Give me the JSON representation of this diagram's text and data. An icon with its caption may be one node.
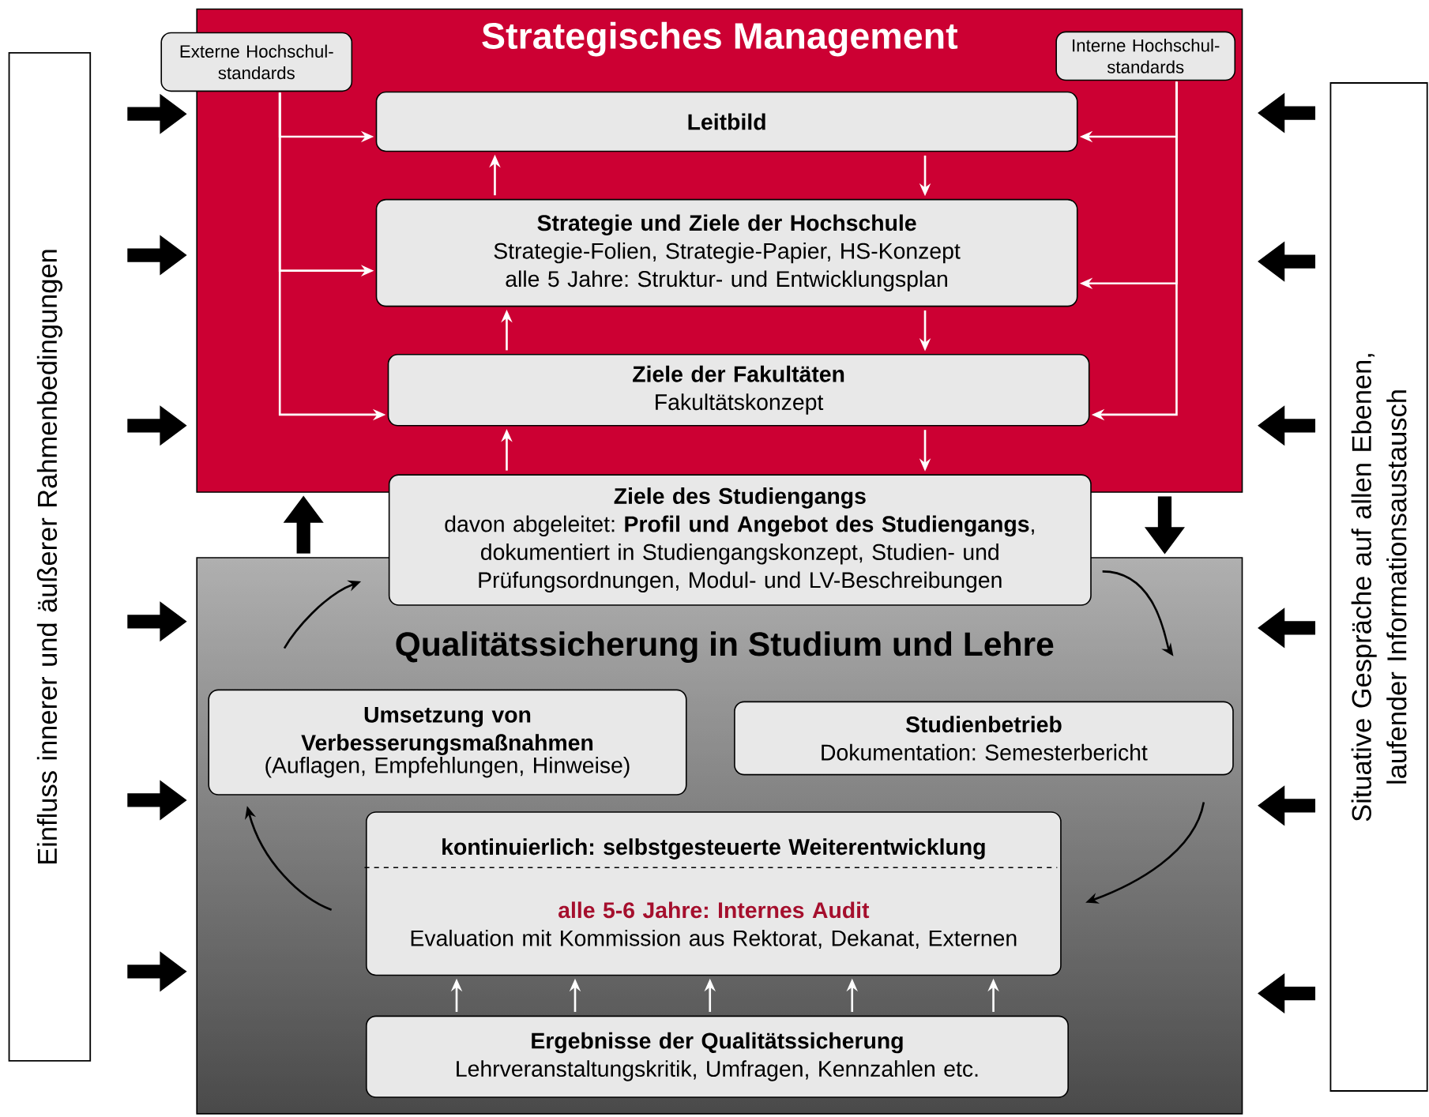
{
  "diagram": {
    "nodes": [
      {
        "text": [
          "Strategisches Management"
        ]
      },
      {
        "text": [
          "Externe Hochschul- standards"
        ],
        "in": 0
      },
      {
        "text": [
          "Interne Hochschul- standards"
        ],
        "in": 0
      },
      {
        "text": [
          "Leitbild"
        ],
        "in": 0
      },
      {
        "text": [
          "Strategie und Ziele der Hochschule",
          "Strategie-Folien, Strategie-Papier, HS-Konzept",
          "alle 5 Jahre: Struktur- und Entwicklungsplan"
        ],
        "in": 0
      },
      {
        "text": [
          "Ziele der Fakultäten",
          "Fakultätskonzept"
        ],
        "in": 0
      },
      {
        "text": [
          "Ziele des Studiengangs",
          "davon abgeleitet: **Profil und Angebot des Studiengangs**, dokumentiert in Studiengangskonzept, Studien- und Prüfungsordnungen, Modul- und LV-Beschreibungen"
        ]
      },
      {
        "text": [
          "Qualitätssicherung in Studium und Lehre"
        ]
      },
      {
        "text": [
          "Umsetzung von Verbesserungsmaßnahmen",
          "(Auflagen, Empfehlungen, Hinweise)"
        ],
        "in": 7
      },
      {
        "text": [
          "Studienbetrieb",
          "Dokumentation: Semesterbericht"
        ],
        "in": 7
      },
      {
        "text": [
          "kontinuierlich: selbstgesteuerte Weiterentwicklung",
          "alle 5-6 Jahre: Internes Audit",
          "Evaluation mit Kommission aus Rektorat, Dekanat, Externen"
        ],
        "in": 7
      },
      {
        "text": [
          "Ergebnisse der Qualitätssicherung",
          "Lehrveranstaltungskritik, Umfragen, Kennzahlen etc."
        ],
        "in": 7
      },
      {
        "text": [
          "Einfluss innerer und äußerer Rahmenbedingungen"
        ]
      },
      {
        "text": [
          "Situative Gespräche auf allen Ebenen, laufender Informationsaustausch"
        ]
      }
    ],
    "edges": [
      {
        "from": 1,
        "to": 3,
        "arrow": "to",
        "color": "#ffffff"
      },
      {
        "from": 1,
        "to": 4,
        "arrow": "to",
        "color": "#ffffff"
      },
      {
        "from": 1,
        "to": 5,
        "arrow": "to",
        "color": "#ffffff"
      },
      {
        "from": 2,
        "to": 3,
        "arrow": "to",
        "color": "#ffffff"
      },
      {
        "from": 2,
        "to": 4,
        "arrow": "to",
        "color": "#ffffff"
      },
      {
        "from": 2,
        "to": 5,
        "arrow": "to",
        "color": "#ffffff"
      },
      {
        "from": 4,
        "to": 3,
        "arrow": "to",
        "color": "#ffffff"
      },
      {
        "from": 5,
        "to": 4,
        "arrow": "to",
        "color": "#ffffff"
      },
      {
        "from": 6,
        "to": 5,
        "arrow": "to",
        "color": "#ffffff"
      },
      {
        "from": 3,
        "to": 4,
        "arrow": "to",
        "color": "#ffffff"
      },
      {
        "from": 4,
        "to": 5,
        "arrow": "to",
        "color": "#ffffff"
      },
      {
        "from": 5,
        "to": 6,
        "arrow": "to",
        "color": "#ffffff"
      },
      {
        "from": 6,
        "to": 9,
        "arrow": "to"
      },
      {
        "from": 9,
        "to": 10,
        "arrow": "to"
      },
      {
        "from": 10,
        "to": 8,
        "arrow": "to"
      },
      {
        "from": 8,
        "to": 6,
        "arrow": "to"
      },
      {
        "from": 11,
        "to": 10,
        "arrow": "to",
        "color": "#ffffff"
      },
      {
        "from": 11,
        "to": 10,
        "arrow": "to",
        "color": "#ffffff"
      },
      {
        "from": 11,
        "to": 10,
        "arrow": "to",
        "color": "#ffffff"
      },
      {
        "from": 11,
        "to": 10,
        "arrow": "to",
        "color": "#ffffff"
      },
      {
        "from": 11,
        "to": 10,
        "arrow": "to",
        "color": "#ffffff"
      },
      {
        "from": 7,
        "to": 0,
        "arrow": "to",
        "style": "thick"
      },
      {
        "from": 0,
        "to": 7,
        "arrow": "to",
        "style": "thick"
      },
      {
        "from": 12,
        "to": 0,
        "arrow": "to",
        "style": "thick"
      },
      {
        "from": 12,
        "to": 0,
        "arrow": "to",
        "style": "thick"
      },
      {
        "from": 12,
        "to": 0,
        "arrow": "to",
        "style": "thick"
      },
      {
        "from": 12,
        "to": 7,
        "arrow": "to",
        "style": "thick"
      },
      {
        "from": 12,
        "to": 7,
        "arrow": "to",
        "style": "thick"
      },
      {
        "from": 12,
        "to": 7,
        "arrow": "to",
        "style": "thick"
      },
      {
        "from": 13,
        "to": 0,
        "arrow": "to",
        "style": "thick"
      },
      {
        "from": 13,
        "to": 0,
        "arrow": "to",
        "style": "thick"
      },
      {
        "from": 13,
        "to": 0,
        "arrow": "to",
        "style": "thick"
      },
      {
        "from": 13,
        "to": 7,
        "arrow": "to",
        "style": "thick"
      },
      {
        "from": 13,
        "to": 7,
        "arrow": "to",
        "style": "thick"
      },
      {
        "from": 13,
        "to": 7,
        "arrow": "to",
        "style": "thick"
      }
    ]
  }
}
